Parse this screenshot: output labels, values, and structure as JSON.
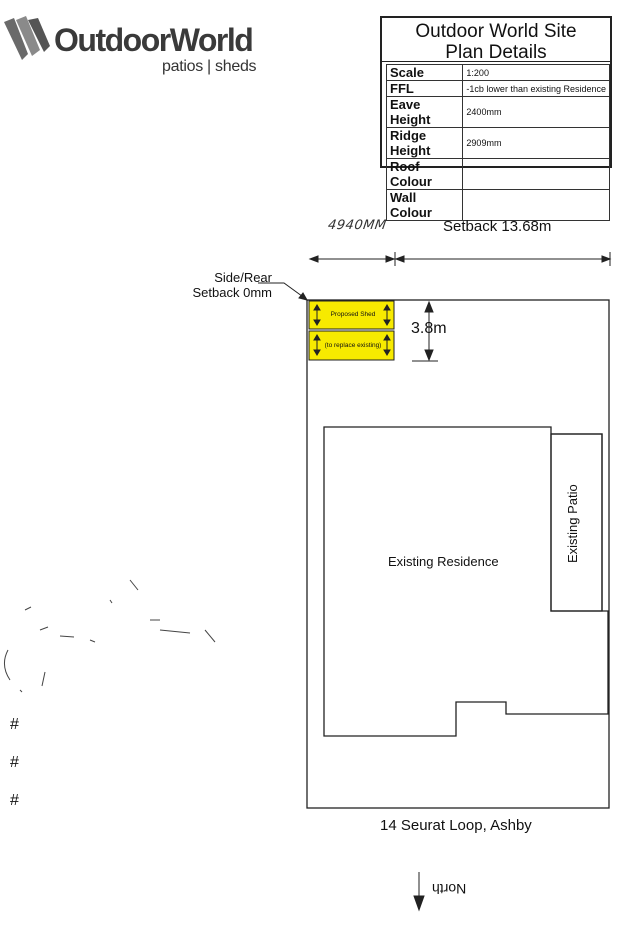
{
  "logo": {
    "brand": "OutdoorWorld",
    "tagline": "patios | sheds"
  },
  "details": {
    "title_line1": "Outdoor World Site",
    "title_line2": "Plan Details",
    "rows": [
      {
        "key": "Scale",
        "value": "1:200"
      },
      {
        "key": "FFL",
        "value": "-1cb lower than existing Residence"
      },
      {
        "key": "Eave Height",
        "value": "2400mm"
      },
      {
        "key": "Ridge Height",
        "value": "2909mm"
      },
      {
        "key": "Roof Colour",
        "value": ""
      },
      {
        "key": "Wall Colour",
        "value": ""
      }
    ]
  },
  "plan": {
    "handwritten_dim": "4940MM",
    "setback_top": "Setback 13.68m",
    "side_rear_line1": "Side/Rear",
    "side_rear_line2": "Setback 0mm",
    "shed_line1": "Proposed Shed",
    "shed_line2": "(to replace existing)",
    "shed_dim": "3.8m",
    "residence": "Existing Residence",
    "patio": "Existing Patio",
    "address": "14 Seurat Loop, Ashby",
    "north": "North",
    "shed_color": "#f7ea00"
  },
  "marks": [
    "#",
    "#",
    "#"
  ]
}
